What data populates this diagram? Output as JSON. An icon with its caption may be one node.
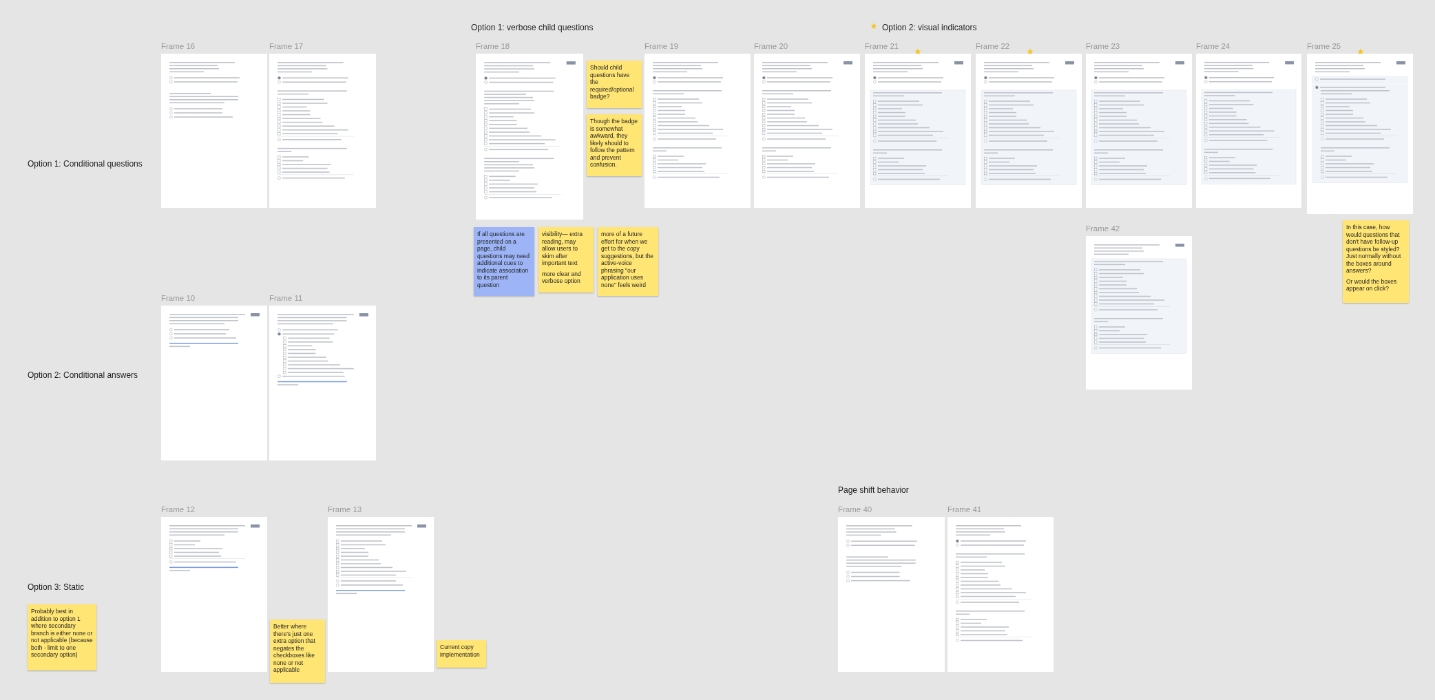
{
  "diagram": {
    "nodes": [
      {
        "text": [
          "Frame 16"
        ]
      },
      {
        "text": [
          "Frame 17"
        ]
      },
      {
        "text": [
          "Frame 18"
        ]
      },
      {
        "text": [
          "Should child questions have the required/optional badge?"
        ]
      },
      {
        "text": [
          "Though the badge is somewhat awkward, they likely should to follow the pattern and prevent confusion."
        ]
      },
      {
        "text": [
          "Frame 19"
        ]
      },
      {
        "text": [
          "Frame 20"
        ]
      },
      {
        "text": [
          "Frame 21"
        ]
      },
      {
        "text": [
          "Frame 22"
        ]
      },
      {
        "text": [
          "Frame 23"
        ]
      },
      {
        "text": [
          "Frame 24"
        ]
      },
      {
        "text": [
          "Frame 25"
        ]
      },
      {
        "text": [
          "If all questions are presented on a page, child questions may need additional cues to indicate association to its parent question"
        ]
      },
      {
        "text": [
          "visibility— extra reading, may allow users to skim after important text",
          "more clear and verbose option"
        ]
      },
      {
        "text": [
          "more of a future effort for when we get to the copy suggestions, but the active-voice phrasing \"our application uses none\" feels weird"
        ]
      },
      {
        "text": [
          "In this case, how would questions that don't have follow-up questions be styled? Just normally without the boxes around answers?",
          "Or would the boxes appear on click?"
        ]
      },
      {
        "text": [
          "Frame 42"
        ]
      },
      {
        "text": [
          "Frame 10"
        ]
      },
      {
        "text": [
          "Frame 11"
        ]
      },
      {
        "text": [
          "Frame 12"
        ]
      },
      {
        "text": [
          "Frame 13"
        ]
      },
      {
        "text": [
          "Probably best in addition to option 1 where secondary branch is either none or not applicable (because both - limit to one secondary option)"
        ]
      },
      {
        "text": [
          "Better where there's just one extra option that negates the checkboxes like none or not applicable"
        ]
      },
      {
        "text": [
          "Current copy implementation"
        ]
      },
      {
        "text": [
          "Frame 40"
        ]
      },
      {
        "text": [
          "Frame 41"
        ]
      }
    ],
    "labels": [
      "Option 1: verbose child questions",
      "Option 2: visual indicators",
      "Option 1: Conditional questions",
      "Option 2: Conditional answers",
      "Page shift behavior",
      "Option 3: Static"
    ]
  }
}
